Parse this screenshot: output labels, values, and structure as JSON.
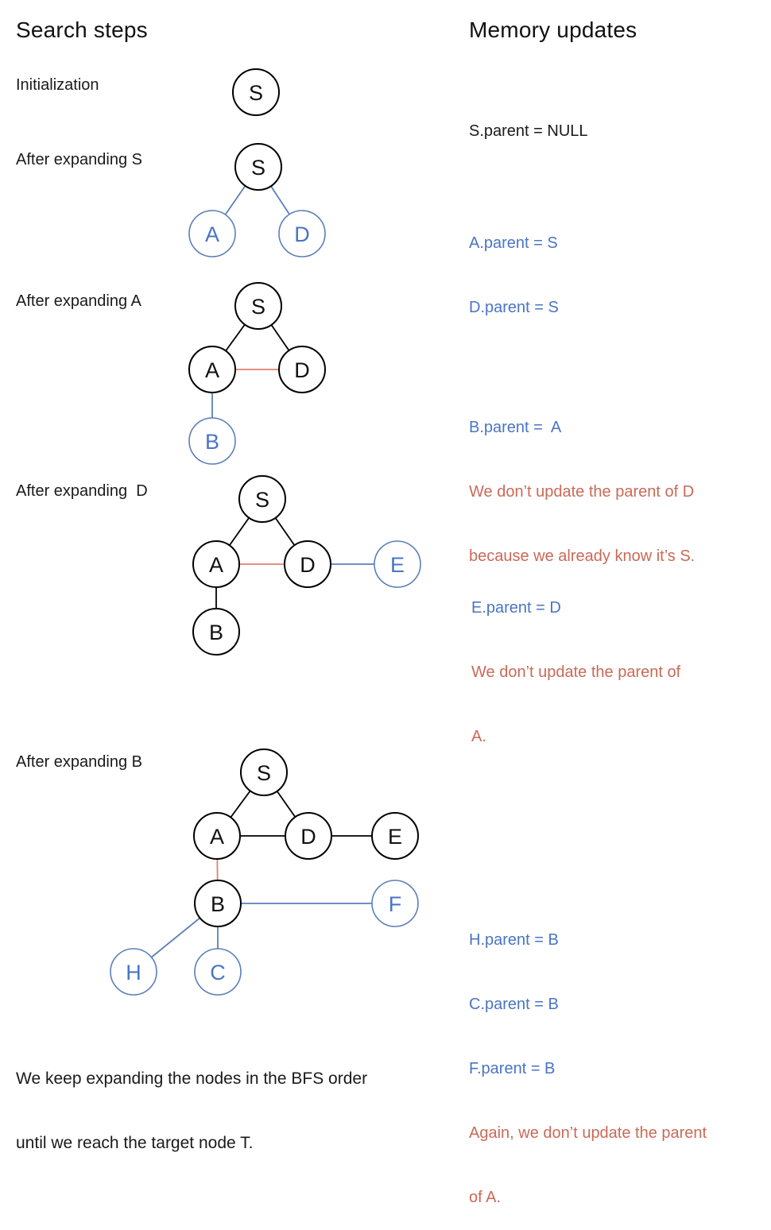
{
  "page": {
    "left_heading": "Search steps",
    "right_heading": "Memory updates",
    "footer_line1": "We keep expanding the nodes in the BFS order",
    "footer_line2": "until we reach the target node T."
  },
  "colors": {
    "node_black": "#000000",
    "node_blue": "#5b7fb8",
    "edge_blue": "#5b7fb8",
    "edge_red": "#dd8270",
    "text_blue": "#4a74c4",
    "text_red": "#c96a57",
    "text_black": "#1a1a1a"
  },
  "steps": [
    {
      "label": "Initialization",
      "nodes": [
        {
          "id": "S",
          "label": "S",
          "color": "black"
        }
      ],
      "edges": [],
      "memory": [
        {
          "text": "S.parent = NULL",
          "color": "black"
        }
      ]
    },
    {
      "label": "After expanding S",
      "nodes": [
        {
          "id": "S",
          "label": "S",
          "color": "black"
        },
        {
          "id": "A",
          "label": "A",
          "color": "blue"
        },
        {
          "id": "D",
          "label": "D",
          "color": "blue"
        }
      ],
      "edges": [
        {
          "from": "S",
          "to": "A",
          "color": "blue"
        },
        {
          "from": "S",
          "to": "D",
          "color": "blue"
        }
      ],
      "memory": [
        {
          "text": "A.parent = S",
          "color": "blue"
        },
        {
          "text": "D.parent = S",
          "color": "blue"
        }
      ]
    },
    {
      "label": "After expanding A",
      "nodes": [
        {
          "id": "S",
          "label": "S",
          "color": "black"
        },
        {
          "id": "A",
          "label": "A",
          "color": "black"
        },
        {
          "id": "D",
          "label": "D",
          "color": "black"
        },
        {
          "id": "B",
          "label": "B",
          "color": "blue"
        }
      ],
      "edges": [
        {
          "from": "S",
          "to": "A",
          "color": "black"
        },
        {
          "from": "S",
          "to": "D",
          "color": "black"
        },
        {
          "from": "A",
          "to": "D",
          "color": "red"
        },
        {
          "from": "A",
          "to": "B",
          "color": "blue"
        }
      ],
      "memory": [
        {
          "text": "B.parent =  A",
          "color": "blue"
        },
        {
          "text": "We don’t update the parent of D",
          "color": "red"
        },
        {
          "text": "because we already know it’s S.",
          "color": "red"
        }
      ]
    },
    {
      "label": "After expanding  D",
      "nodes": [
        {
          "id": "S",
          "label": "S",
          "color": "black"
        },
        {
          "id": "A",
          "label": "A",
          "color": "black"
        },
        {
          "id": "D",
          "label": "D",
          "color": "black"
        },
        {
          "id": "E",
          "label": "E",
          "color": "blue"
        },
        {
          "id": "B",
          "label": "B",
          "color": "black"
        }
      ],
      "edges": [
        {
          "from": "S",
          "to": "A",
          "color": "black"
        },
        {
          "from": "S",
          "to": "D",
          "color": "black"
        },
        {
          "from": "A",
          "to": "D",
          "color": "red"
        },
        {
          "from": "D",
          "to": "E",
          "color": "blue"
        },
        {
          "from": "A",
          "to": "B",
          "color": "black"
        }
      ],
      "memory": [
        {
          "text": "E.parent = D",
          "color": "blue"
        },
        {
          "text": "We don’t update the parent of",
          "color": "red"
        },
        {
          "text": "A.",
          "color": "red"
        }
      ]
    },
    {
      "label": "After expanding B",
      "nodes": [
        {
          "id": "S",
          "label": "S",
          "color": "black"
        },
        {
          "id": "A",
          "label": "A",
          "color": "black"
        },
        {
          "id": "D",
          "label": "D",
          "color": "black"
        },
        {
          "id": "E",
          "label": "E",
          "color": "black"
        },
        {
          "id": "B",
          "label": "B",
          "color": "black"
        },
        {
          "id": "F",
          "label": "F",
          "color": "blue"
        },
        {
          "id": "H",
          "label": "H",
          "color": "blue"
        },
        {
          "id": "C",
          "label": "C",
          "color": "blue"
        }
      ],
      "edges": [
        {
          "from": "S",
          "to": "A",
          "color": "black"
        },
        {
          "from": "S",
          "to": "D",
          "color": "black"
        },
        {
          "from": "A",
          "to": "D",
          "color": "black"
        },
        {
          "from": "D",
          "to": "E",
          "color": "black"
        },
        {
          "from": "A",
          "to": "B",
          "color": "red"
        },
        {
          "from": "B",
          "to": "F",
          "color": "blue"
        },
        {
          "from": "B",
          "to": "H",
          "color": "blue"
        },
        {
          "from": "B",
          "to": "C",
          "color": "blue"
        }
      ],
      "memory": [
        {
          "text": "H.parent = B",
          "color": "blue"
        },
        {
          "text": "C.parent = B",
          "color": "blue"
        },
        {
          "text": "F.parent = B",
          "color": "blue"
        },
        {
          "text": "Again, we don’t update the parent",
          "color": "red"
        },
        {
          "text": "of A.",
          "color": "red"
        }
      ]
    }
  ]
}
